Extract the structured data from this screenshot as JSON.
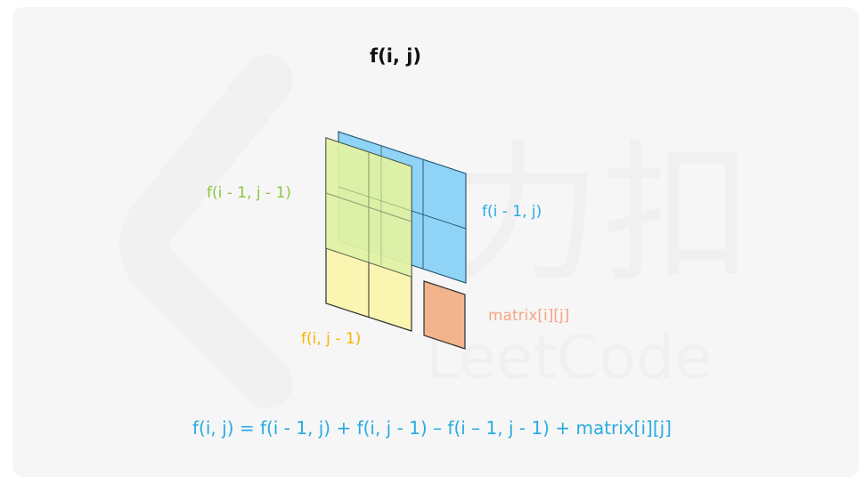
{
  "title": "f(i, j)",
  "watermark": {
    "chars": "力扣",
    "brand": "LeetCode"
  },
  "labels": {
    "diag": "f(i - 1, j - 1)",
    "top": "f(i - 1, j)",
    "left": "f(i, j - 1)",
    "cell": "matrix[i][j]"
  },
  "formula": "f(i, j) = f(i - 1, j) + f(i, j - 1) – f(i – 1, j - 1) + matrix[i][j]",
  "colors": {
    "diag_label": "#8cc63f",
    "top_label": "#29abe2",
    "left_label": "#f7b500",
    "cell_label": "#f4a582",
    "formula": "#29abe2",
    "title": "#111111",
    "blue_fill": "#8fd4f7",
    "yellow_fill": "#fbf6a8",
    "green_fill": "#d8f0a8",
    "orange_fill": "#f2b48d"
  }
}
